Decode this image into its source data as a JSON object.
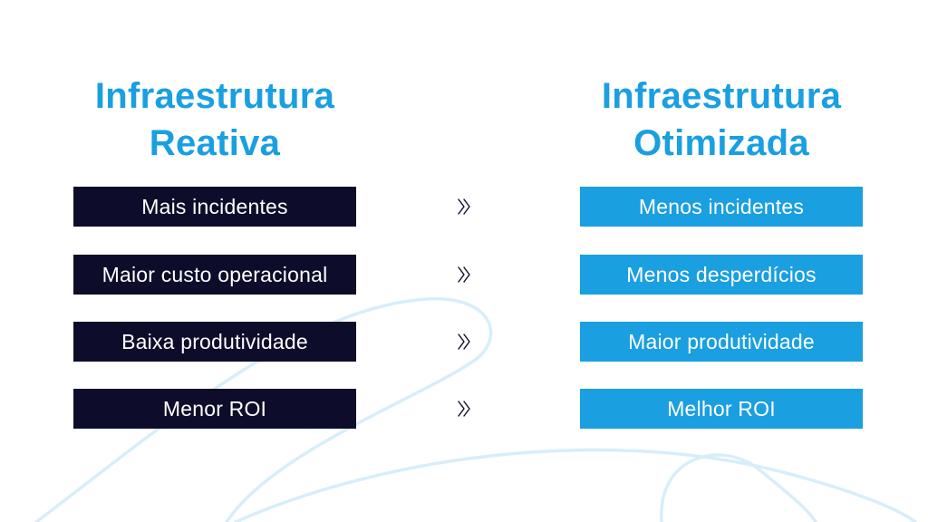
{
  "colors": {
    "accent": "#1a9fe0",
    "dark_box": "#0d0d2b",
    "light_box": "#1a9fe0",
    "box_text": "#ffffff",
    "arrow": "#0d0d2b",
    "swirl": "#d7eefa"
  },
  "left": {
    "title_line1": "Infraestrutura",
    "title_line2": "Reativa",
    "items": [
      "Mais incidentes",
      "Maior custo operacional",
      "Baixa produtividade",
      "Menor ROI"
    ]
  },
  "right": {
    "title_line1": "Infraestrutura",
    "title_line2": "Otimizada",
    "items": [
      "Menos incidentes",
      "Menos desperdícios",
      "Maior produtividade",
      "Melhor ROI"
    ]
  },
  "arrow_icon": "double-chevron-right-icon"
}
